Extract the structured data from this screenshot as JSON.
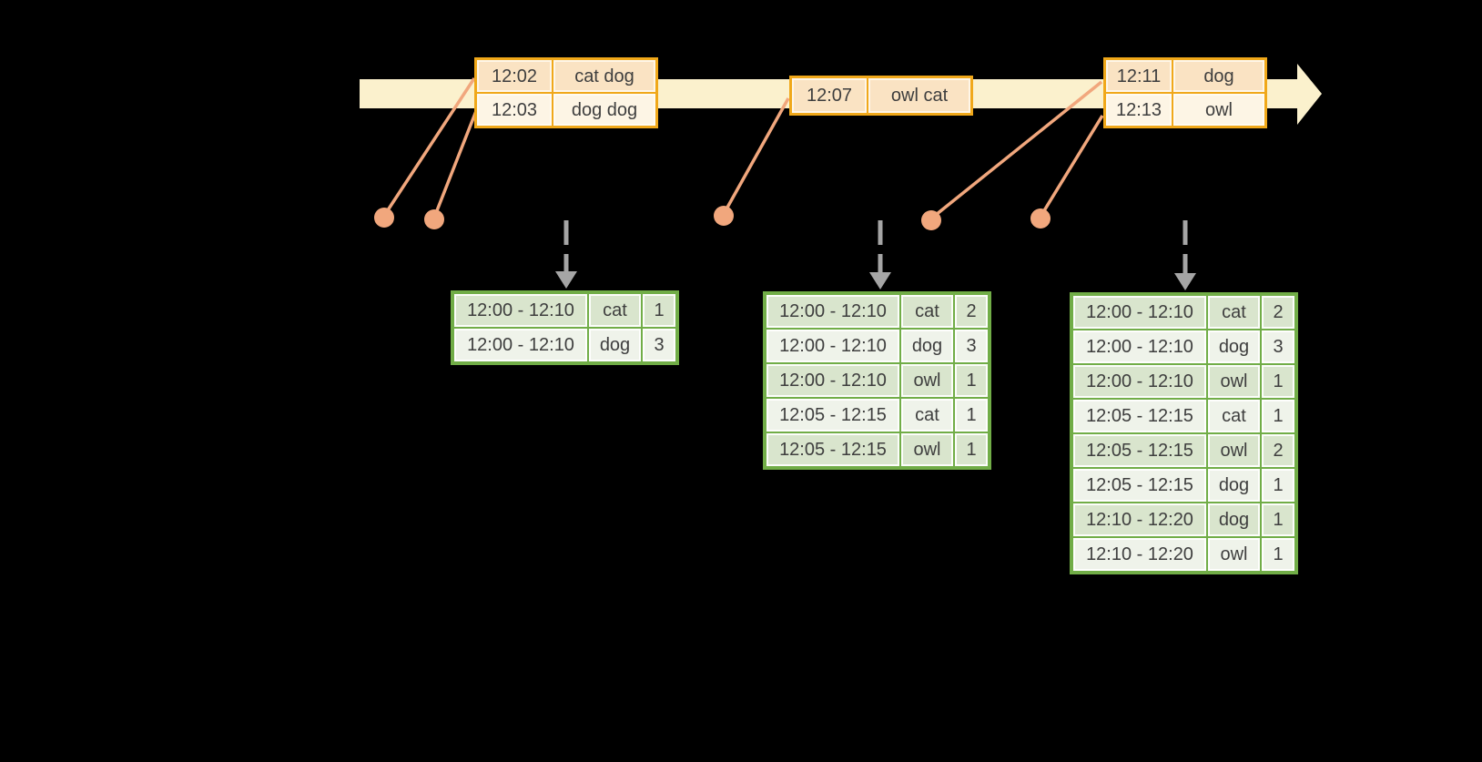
{
  "diagram": {
    "description": "Streaming windowed word-count timeline diagram",
    "colors": {
      "background": "#000000",
      "timeline_band": "#fbf1cd",
      "event_border": "#f0a81a",
      "event_row_dark": "#fae3c3",
      "event_row_light": "#fdf5e5",
      "connector_salmon": "#f1a77d",
      "result_border": "#71ad47",
      "result_row_dark": "#d9e5cd",
      "result_row_light": "#eff3ea",
      "trigger_arrow_gray": "#a5a5a5",
      "text": "#3e3e3e"
    }
  },
  "event_tables": [
    {
      "rows": [
        [
          "12:02",
          "cat dog"
        ],
        [
          "12:03",
          "dog dog"
        ]
      ]
    },
    {
      "rows": [
        [
          "12:07",
          "owl cat"
        ]
      ]
    },
    {
      "rows": [
        [
          "12:11",
          "dog"
        ],
        [
          "12:13",
          "owl"
        ]
      ]
    }
  ],
  "result_tables": [
    {
      "rows": [
        [
          "12:00 - 12:10",
          "cat",
          "1"
        ],
        [
          "12:00 - 12:10",
          "dog",
          "3"
        ]
      ]
    },
    {
      "rows": [
        [
          "12:00 - 12:10",
          "cat",
          "2"
        ],
        [
          "12:00 - 12:10",
          "dog",
          "3"
        ],
        [
          "12:00 - 12:10",
          "owl",
          "1"
        ],
        [
          "12:05 - 12:15",
          "cat",
          "1"
        ],
        [
          "12:05 - 12:15",
          "owl",
          "1"
        ]
      ]
    },
    {
      "rows": [
        [
          "12:00 - 12:10",
          "cat",
          "2"
        ],
        [
          "12:00 - 12:10",
          "dog",
          "3"
        ],
        [
          "12:00 - 12:10",
          "owl",
          "1"
        ],
        [
          "12:05 - 12:15",
          "cat",
          "1"
        ],
        [
          "12:05 - 12:15",
          "owl",
          "2"
        ],
        [
          "12:05 - 12:15",
          "dog",
          "1"
        ],
        [
          "12:10 - 12:20",
          "dog",
          "1"
        ],
        [
          "12:10 - 12:20",
          "owl",
          "1"
        ]
      ]
    }
  ]
}
